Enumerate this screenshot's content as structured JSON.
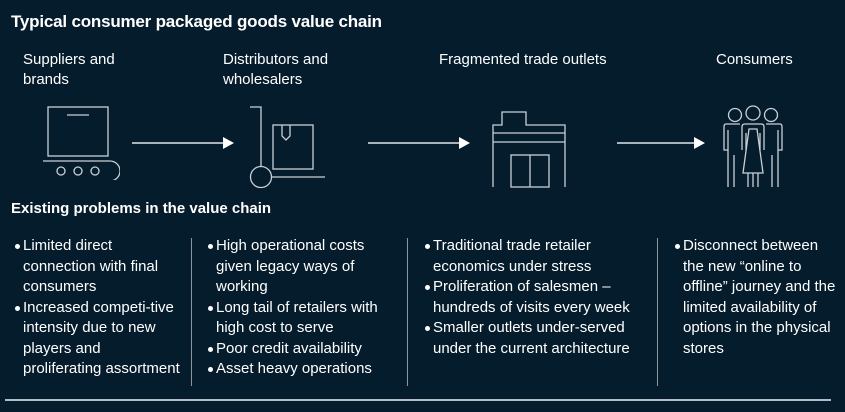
{
  "title": "Typical consumer packaged goods value chain",
  "stages": [
    {
      "label_line1": "Suppliers and",
      "label_line2": "brands",
      "icon": "conveyor-belt-box-icon"
    },
    {
      "label_line1": "Distributors and",
      "label_line2": "wholesalers",
      "icon": "hand-truck-box-icon"
    },
    {
      "label_line1": "Fragmented trade outlets",
      "label_line2": "",
      "icon": "storefront-icon"
    },
    {
      "label_line1": "Consumers",
      "label_line2": "",
      "icon": "group-of-people-icon"
    }
  ],
  "arrows": [
    "arrow-right-icon",
    "arrow-right-icon",
    "arrow-right-icon"
  ],
  "problems_title": "Existing problems in the value chain",
  "problems": [
    {
      "items": [
        "Limited direct connection with final consumers",
        "Increased competi-tive intensity due to new players and proliferating assortment"
      ]
    },
    {
      "items": [
        "High operational costs given legacy ways of working",
        "Long tail of retailers with high cost to serve",
        "Poor credit availability",
        "Asset heavy operations"
      ]
    },
    {
      "items": [
        "Traditional trade retailer economics under stress",
        "Proliferation of salesmen – hundreds of visits every week",
        "Smaller outlets under-served under the current architecture"
      ]
    },
    {
      "items": [
        "Disconnect between the new “online to offline” journey and the limited availability of options in the physical stores"
      ]
    }
  ],
  "colors": {
    "background": "#051c2c",
    "text": "#ffffff",
    "icon_stroke": "#c9d0d6",
    "arrow": "#aab3bb",
    "divider": "#8a96a0"
  }
}
